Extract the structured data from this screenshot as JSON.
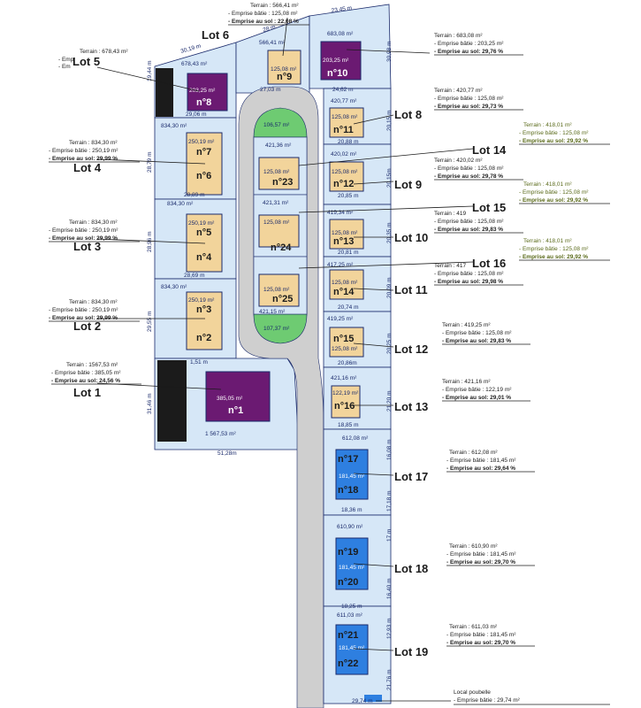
{
  "colors": {
    "parcel": "#d6e7f7",
    "line": "#1a2a6b",
    "road": "#cfcfcf",
    "house": "#f2d49b",
    "villa": "#6b1a72",
    "block": "#2e7fe0",
    "green": "#6ecb72"
  },
  "lot_titles": {
    "l1": "Lot 1",
    "l2": "Lot 2",
    "l3": "Lot 3",
    "l4": "Lot 4",
    "l5": "Lot 5",
    "l6": "Lot 6",
    "l8": "Lot 8",
    "l9": "Lot 9",
    "l10": "Lot 10",
    "l11": "Lot 11",
    "l12": "Lot 12",
    "l13": "Lot 13",
    "l14": "Lot 14",
    "l15": "Lot 15",
    "l16": "Lot 16",
    "l17": "Lot 17",
    "l18": "Lot 18",
    "l19": "Lot 19"
  },
  "house_numbers": {
    "n1": "n°1",
    "n2": "n°2",
    "n3": "n°3",
    "n4": "n°4",
    "n5": "n°5",
    "n6": "n°6",
    "n7": "n°7",
    "n8": "n°8",
    "n9": "n°9",
    "n10": "n°10",
    "n11": "n°11",
    "n12": "n°12",
    "n13": "n°13",
    "n14": "n°14",
    "n15": "n°15",
    "n16": "n°16",
    "n17": "n°17",
    "n18": "n°18",
    "n19": "n°19",
    "n20": "n°20",
    "n21": "n°21",
    "n22": "n°22",
    "n23": "n°23",
    "n24": "n°24",
    "n25": "n°25"
  },
  "plot_areas": {
    "p1": "1 567,53 m²",
    "p2": "834,30 m²",
    "p3": "834,30 m²",
    "p4": "834,30 m²",
    "p5": "678,43 m²",
    "p6": "566,41 m²",
    "p7": "683,08 m²",
    "p8": "420,77 m²",
    "p9": "420,02 m²",
    "p10": "419,34 m²",
    "p11": "417,25 m²",
    "p12": "419,25 m²",
    "p13": "421,16 m²",
    "p14": "421,36 m²",
    "p15": "421,31 m²",
    "p16": "421,15 m²",
    "p17": "612,08 m²",
    "p18": "610,90 m²",
    "p19": "611,03 m²",
    "g1": "106,57 m²",
    "g2": "107,37 m²"
  },
  "footprints": {
    "f1": "385,05 m²",
    "f2": "250,19 m²",
    "f3": "250,19 m²",
    "f4": "250,19 m²",
    "f5": "203,25 m²",
    "f6": "125,08 m²",
    "f7": "203,25 m²",
    "f8": "125,08 m²",
    "f9": "125,08 m²",
    "f10": "125,08 m²",
    "f11": "125,08 m²",
    "f12": "125,08 m²",
    "f13": "122,19 m²",
    "f14": "125,08 m²",
    "f15": "125,08 m²",
    "f16": "125,08 m²",
    "f17": "181,45 m²",
    "f18": "181,45 m²",
    "f19": "181,45 m²"
  },
  "dimensions": {
    "d1": "30,19 m",
    "d2": "28 m",
    "d3": "23,45 m",
    "d4": "29,06 m",
    "d5": "27,03 m",
    "d6": "24,62 m",
    "d7": "28,89 m",
    "d8": "28,69 m",
    "d9": "51,28m",
    "d10": "20,88 m",
    "d11": "20,85 m",
    "d12": "20,81 m",
    "d13": "20,74 m",
    "d14": "20,86m",
    "d15": "18,85 m",
    "d16": "18,36 m",
    "d17": "18,25 m",
    "d18": "29,74 m",
    "v1": "19,44 m",
    "v2": "28,79 m",
    "v3": "28,96 m",
    "v4": "29,55 m",
    "v5": "31,46 m",
    "v6": "30,98 m",
    "v7": "20,15 m",
    "v8": "20,15m",
    "v9": "20,35 m",
    "v10": "20,09 m",
    "v11": "20,25 m",
    "v12": "21,20 m",
    "v13": "16,08 m",
    "v14": "17,18 m",
    "v15": "17 m",
    "v16": "16,40 m",
    "v17": "12,93 m",
    "v18": "21,76 m",
    "s1": "1,51 m"
  },
  "callouts": {
    "lot1": [
      "Terrain : 1567,53 m²",
      "- Emprise bâtie : 385,05 m²",
      "- Emprise au sol: 24,56 %"
    ],
    "lot2": [
      "Terrain : 834,30 m²",
      "- Emprise bâtie : 250,19 m²",
      "- Emprise au sol: 29,99 %"
    ],
    "lot3": [
      "Terrain : 834,30 m²",
      "- Emprise bâtie : 250,19 m²",
      "- Emprise au sol: 29,99 %"
    ],
    "lot4": [
      "Terrain : 834,30 m²",
      "- Emprise bâtie : 250,19 m²",
      "- Emprise au sol: 29,99 %"
    ],
    "lot5": [
      "Terrain : 678,43 m²",
      "- Emp",
      "- Em"
    ],
    "lot6": [
      "Terrain : 566,41 m²",
      "- Emprise bâtie : 125,08 m²",
      "- Emprise au sol : 22,08 %"
    ],
    "lot7": [
      "Terrain : 683,08 m²",
      "- Emprise bâtie : 203,25 m²",
      "- Emprise au sol: 29,76 %"
    ],
    "lot8": [
      "Terrain : 420,77 m²",
      "- Emprise bâtie : 125,08 m²",
      "- Emprise au sol: 29,73 %"
    ],
    "lot9": [
      "Terrain : 420,02 m²",
      "- Emprise bâtie : 125,08 m²",
      "- Emprise au sol: 29,78 %"
    ],
    "lot10": [
      "Terrain : 419",
      "- Emprise bâtie : 125,08 m²",
      "- Emprise au sol: 29,83 %"
    ],
    "lot11": [
      "Terrain : 417",
      "- Emprise bâtie : 125,08 m²",
      "- Emprise au sol: 29,98 %"
    ],
    "lot12": [
      "Terrain : 419,25 m²",
      "- Emprise bâtie : 125,08 m²",
      "- Emprise au sol: 29,83 %"
    ],
    "lot13": [
      "Terrain : 421,16 m²",
      "- Emprise bâtie : 122,19 m²",
      "- Emprise au sol: 29,01 %"
    ],
    "lot14": [
      "Terrain : 418,01 m²",
      "- Emprise bâtie : 125,08 m²",
      "- Emprise au sol: 29,92 %"
    ],
    "lot15": [
      "Terrain : 418,01 m²",
      "- Emprise bâtie : 125,08 m²",
      "- Emprise au sol: 29,92 %"
    ],
    "lot16": [
      "Terrain : 418,01 m²",
      "- Emprise bâtie : 125,08 m²",
      "- Emprise au sol: 29,92 %"
    ],
    "lot17": [
      "Terrain : 612,08 m²",
      "- Emprise bâtie : 181,45 m²",
      "- Emprise au sol: 29,64 %"
    ],
    "lot18": [
      "Terrain : 610,90 m²",
      "- Emprise bâtie : 181,45 m²",
      "- Emprise au sol: 29,70 %"
    ],
    "lot19": [
      "Terrain : 611,03 m²",
      "- Emprise bâtie : 181,45 m²",
      "- Emprise au sol: 29,70 %"
    ],
    "bin": [
      "Local poubelle",
      "- Emprise bâtie : 29,74 m²"
    ]
  }
}
